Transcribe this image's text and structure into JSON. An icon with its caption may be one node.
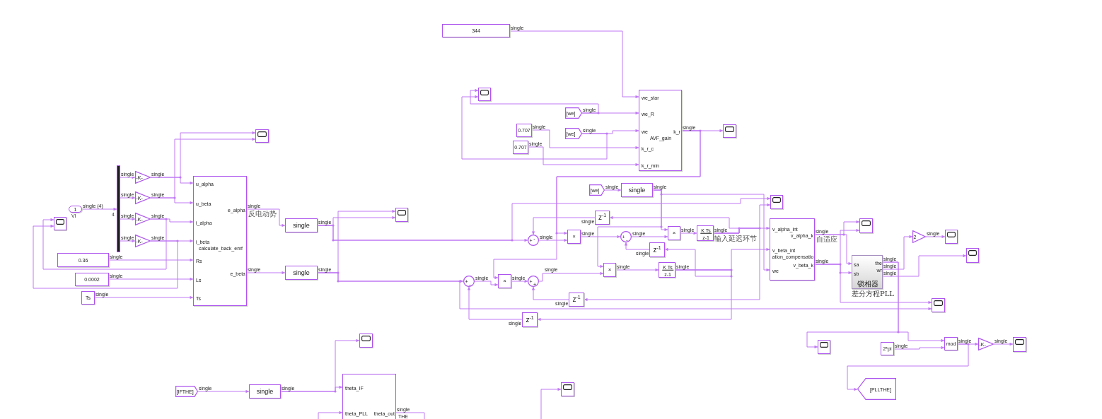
{
  "diagram": {
    "nodes": [
      {
        "text": [
          "1"
        ],
        "beside": [
          "VI"
        ]
      },
      {
        "text": [],
        "shape": "bar",
        "beside": [
          "4"
        ]
      },
      {
        "text": [
          "-K-"
        ]
      },
      {
        "text": [
          "-K-"
        ]
      },
      {
        "text": [
          "-K-"
        ]
      },
      {
        "text": [
          "-K-"
        ]
      },
      {
        "text": [],
        "shape": "box"
      },
      {
        "text": [],
        "shape": "box"
      },
      {
        "text": [
          "0.36"
        ]
      },
      {
        "text": [
          "0.0002"
        ]
      },
      {
        "text": [
          "Ts"
        ]
      },
      {
        "text": [
          "u_alpha",
          "u_beta",
          "e_alpha",
          "i_alpha",
          "i_beta",
          "calculate_back_emf",
          "Rs",
          "e_beta",
          "Ls",
          "Ts"
        ]
      },
      {
        "text": [
          "single"
        ]
      },
      {
        "text": [
          "single"
        ]
      },
      {
        "text": [],
        "shape": "box"
      },
      {
        "text": [
          "344"
        ]
      },
      {
        "text": [],
        "shape": "box"
      },
      {
        "text": [
          "[we]"
        ]
      },
      {
        "text": [
          "0.707"
        ]
      },
      {
        "text": [
          "[we]"
        ]
      },
      {
        "text": [
          "0.707"
        ]
      },
      {
        "text": [
          "we_star",
          "we_R",
          "we",
          "k_r",
          "AVF_gain",
          "k_r_c",
          "k_r_min"
        ]
      },
      {
        "text": [],
        "shape": "box"
      },
      {
        "text": [
          "[we]"
        ]
      },
      {
        "text": [
          "single"
        ]
      },
      {
        "text": [],
        "shape": "box"
      },
      {
        "text": [
          "z$^{-1}$"
        ]
      },
      {
        "text": [
          "+",
          "-"
        ]
      },
      {
        "text": [
          "×"
        ]
      },
      {
        "text": [
          "+",
          "-"
        ]
      },
      {
        "text": [
          "×"
        ]
      },
      {
        "text": [
          "K Ts",
          "z-1"
        ]
      },
      {
        "text": [
          "z$^{-1}$"
        ]
      },
      {
        "text": [
          "×"
        ]
      },
      {
        "text": [
          "K Ts",
          "z-1"
        ]
      },
      {
        "text": [
          "+",
          "-"
        ]
      },
      {
        "text": [
          "×"
        ]
      },
      {
        "text": [
          "+",
          "+"
        ]
      },
      {
        "text": [
          "z$^{-1}$"
        ]
      },
      {
        "text": [
          "z$^{-1}$"
        ]
      },
      {
        "text": [
          "v_alpha_int",
          "v_alpha_k",
          "v_beta_int",
          "ation_compensatio",
          "v_beta_k",
          "we"
        ]
      },
      {
        "text": [],
        "shape": "box"
      },
      {
        "text": [
          "the",
          "sa",
          "wr",
          "sb",
          "锁相器"
        ],
        "beside": [
          "差分方程PLL"
        ]
      },
      {
        "text": [
          "2"
        ]
      },
      {
        "text": [],
        "shape": "box"
      },
      {
        "text": [],
        "shape": "box"
      },
      {
        "text": [],
        "shape": "box"
      },
      {
        "text": [],
        "shape": "box"
      },
      {
        "text": [
          "2*pi"
        ]
      },
      {
        "text": [
          "mod"
        ]
      },
      {
        "text": [
          "-K-"
        ]
      },
      {
        "text": [],
        "shape": "box"
      },
      {
        "text": [
          "[PLLTHE]"
        ]
      },
      {
        "text": [
          "[IFTHE]"
        ]
      },
      {
        "text": [
          "single"
        ]
      },
      {
        "text": [],
        "shape": "box"
      },
      {
        "text": [
          "theta_IF",
          "theta_PLL",
          "theta_out"
        ]
      },
      {
        "text": [],
        "shape": "box"
      }
    ],
    "edges": [
      {
        "from": 0,
        "to": 1,
        "arrow": "to",
        "label": "single (4)"
      },
      {
        "from": 1,
        "to": 2,
        "arrow": "to",
        "label": "single"
      },
      {
        "from": 1,
        "to": 3,
        "arrow": "to",
        "label": "single"
      },
      {
        "from": 1,
        "to": 4,
        "arrow": "to",
        "label": "single"
      },
      {
        "from": 1,
        "to": 5,
        "arrow": "to",
        "label": "single"
      },
      {
        "from": 2,
        "to": 11,
        "arrow": "to",
        "label": "single"
      },
      {
        "from": 2,
        "to": 6,
        "arrow": "to"
      },
      {
        "from": 3,
        "to": 11,
        "arrow": "to",
        "label": "single"
      },
      {
        "from": 3,
        "to": 6,
        "arrow": "to"
      },
      {
        "from": 4,
        "to": 11,
        "arrow": "to",
        "label": "single"
      },
      {
        "from": 4,
        "to": 7,
        "arrow": "to"
      },
      {
        "from": 5,
        "to": 11,
        "arrow": "to",
        "label": "single"
      },
      {
        "from": 5,
        "to": 7,
        "arrow": "to"
      },
      {
        "from": 8,
        "to": 11,
        "arrow": "to",
        "label": "single"
      },
      {
        "from": 9,
        "to": 11,
        "arrow": "to",
        "label": "single"
      },
      {
        "from": 10,
        "to": 11,
        "arrow": "to",
        "label": "single"
      },
      {
        "from": 11,
        "to": 12,
        "arrow": "to",
        "label": "single"
      },
      {
        "from": 11,
        "to": 13,
        "arrow": "to",
        "label": "single"
      },
      {
        "from": 12,
        "to": 14,
        "arrow": "to",
        "label": "single"
      },
      {
        "from": 12,
        "to": 27,
        "arrow": "to"
      },
      {
        "from": 12,
        "to": 25,
        "arrow": "to"
      },
      {
        "from": 13,
        "to": 14,
        "arrow": "to",
        "label": "single"
      },
      {
        "from": 13,
        "to": 35,
        "arrow": "to"
      },
      {
        "from": 13,
        "to": 46,
        "arrow": "to"
      },
      {
        "from": 15,
        "to": 21,
        "arrow": "to",
        "label": "single"
      },
      {
        "from": 17,
        "to": 21,
        "arrow": "to",
        "label": "single"
      },
      {
        "from": 17,
        "to": 16,
        "arrow": "to"
      },
      {
        "from": 19,
        "to": 21,
        "arrow": "to",
        "label": "single"
      },
      {
        "from": 19,
        "to": 16,
        "arrow": "to"
      },
      {
        "from": 18,
        "to": 21,
        "arrow": "to",
        "label": "single"
      },
      {
        "from": 20,
        "to": 21,
        "arrow": "to",
        "label": "single"
      },
      {
        "from": 21,
        "to": 22,
        "arrow": "to",
        "label": "single"
      },
      {
        "from": 21,
        "to": 28,
        "arrow": "to"
      },
      {
        "from": 21,
        "to": 36,
        "arrow": "to"
      },
      {
        "from": 23,
        "to": 24,
        "arrow": "to",
        "label": "single"
      },
      {
        "from": 24,
        "to": 30,
        "arrow": "to",
        "label": "single"
      },
      {
        "from": 24,
        "to": 33,
        "arrow": "to"
      },
      {
        "from": 24,
        "to": 40,
        "arrow": "to"
      },
      {
        "from": 27,
        "to": 28,
        "arrow": "to",
        "label": "single"
      },
      {
        "from": 28,
        "to": 29,
        "arrow": "to",
        "label": "single"
      },
      {
        "from": 29,
        "to": 30,
        "arrow": "to",
        "label": "single"
      },
      {
        "from": 30,
        "to": 31,
        "arrow": "to",
        "label": "single"
      },
      {
        "from": 31,
        "to": 40,
        "arrow": "to",
        "label": "single"
      },
      {
        "from": 31,
        "to": 26,
        "arrow": "to"
      },
      {
        "from": 31,
        "to": 38,
        "arrow": "to"
      },
      {
        "from": 31,
        "to": 25,
        "arrow": "to"
      },
      {
        "from": 26,
        "to": 27,
        "arrow": "to",
        "label": "single"
      },
      {
        "from": 32,
        "to": 29,
        "arrow": "to",
        "label": "single"
      },
      {
        "from": 34,
        "to": 40,
        "arrow": "to",
        "label": "single"
      },
      {
        "from": 34,
        "to": 32,
        "arrow": "to"
      },
      {
        "from": 34,
        "to": 39,
        "arrow": "to"
      },
      {
        "from": 33,
        "to": 34,
        "arrow": "to",
        "label": "single"
      },
      {
        "from": 37,
        "to": 33,
        "arrow": "to",
        "label": "single"
      },
      {
        "from": 35,
        "to": 36,
        "arrow": "to",
        "label": "single"
      },
      {
        "from": 36,
        "to": 37,
        "arrow": "to",
        "label": "single"
      },
      {
        "from": 38,
        "to": 37,
        "arrow": "to",
        "label": "single"
      },
      {
        "from": 39,
        "to": 35,
        "arrow": "to",
        "label": "single"
      },
      {
        "from": 40,
        "to": 41,
        "arrow": "to",
        "label": "single"
      },
      {
        "from": 40,
        "to": 42,
        "arrow": "to"
      },
      {
        "from": 40,
        "to": 41,
        "arrow": "to",
        "label": "single"
      },
      {
        "from": 40,
        "to": 42,
        "arrow": "to"
      },
      {
        "from": 40,
        "to": 46,
        "arrow": "to"
      },
      {
        "from": 42,
        "to": 47,
        "arrow": "to",
        "label": "single"
      },
      {
        "from": 42,
        "to": 49,
        "arrow": "to"
      },
      {
        "from": 42,
        "to": 43,
        "arrow": "to",
        "label": "single"
      },
      {
        "from": 42,
        "to": 45,
        "arrow": "to",
        "label": "single"
      },
      {
        "from": 43,
        "to": 44,
        "arrow": "to",
        "label": "single"
      },
      {
        "from": 48,
        "to": 49,
        "arrow": "to",
        "label": "single"
      },
      {
        "from": 49,
        "to": 50,
        "arrow": "to",
        "label": "single"
      },
      {
        "from": 49,
        "to": 52,
        "arrow": "to"
      },
      {
        "from": 50,
        "to": 51,
        "arrow": "to",
        "label": "single"
      },
      {
        "from": 53,
        "to": 54,
        "arrow": "to",
        "label": "single"
      },
      {
        "from": 54,
        "to": 56,
        "arrow": "to",
        "label": "single"
      },
      {
        "from": 54,
        "to": 55,
        "arrow": "to"
      },
      {
        "from": null,
        "to": 56,
        "arrow": "to"
      },
      {
        "from": 56,
        "to": null,
        "arrow": "none",
        "label": "single"
      },
      {
        "from": null,
        "to": 57,
        "arrow": "to"
      }
    ],
    "labels": [
      "反电动势",
      "输入延迟环节",
      "自适应",
      "THE"
    ]
  }
}
